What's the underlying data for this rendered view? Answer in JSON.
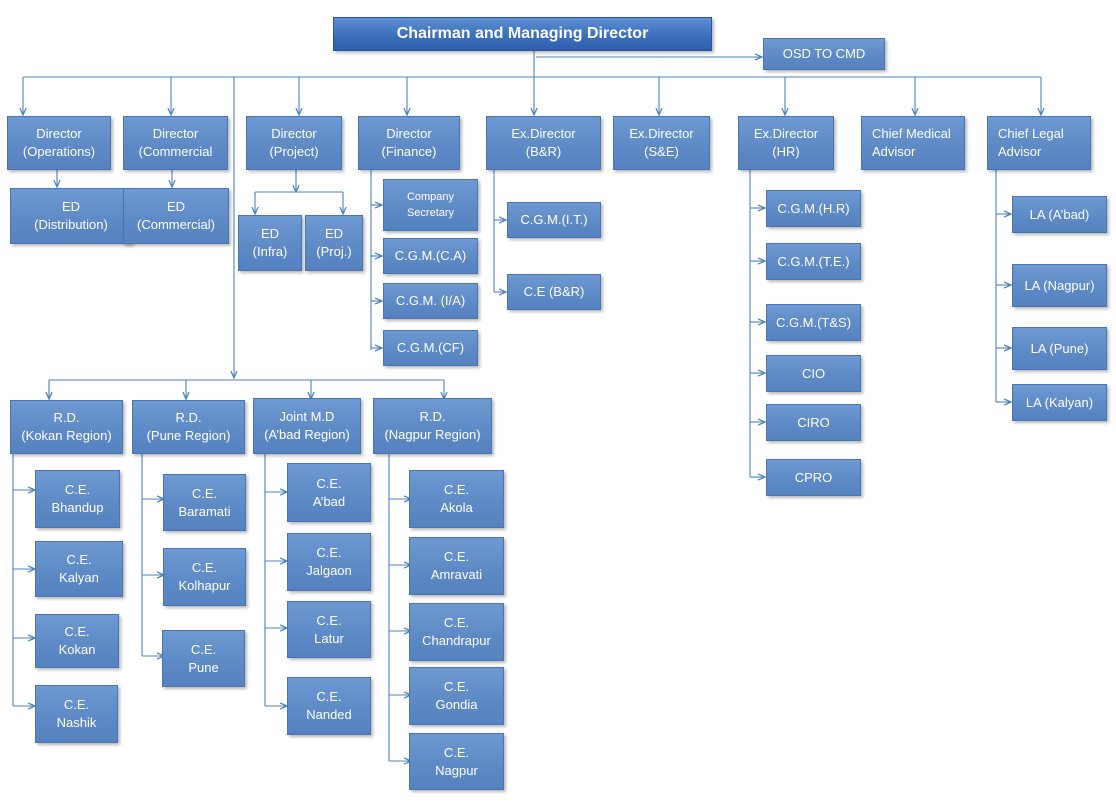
{
  "chart_title": "Chairman and Managing Director",
  "osd": "OSD TO CMD",
  "directors": [
    {
      "key": "ops",
      "lines": [
        "Director",
        "(Operations)"
      ]
    },
    {
      "key": "com",
      "lines": [
        "Director",
        "(Commercial"
      ]
    },
    {
      "key": "proj",
      "lines": [
        "Director",
        "(Project)"
      ]
    },
    {
      "key": "fin",
      "lines": [
        "Director",
        "(Finance)"
      ]
    },
    {
      "key": "br",
      "lines": [
        "Ex.Director",
        "(B&R)"
      ]
    },
    {
      "key": "se",
      "lines": [
        "Ex.Director",
        "(S&E)"
      ]
    },
    {
      "key": "hr",
      "lines": [
        "Ex.Director",
        "(HR)"
      ]
    },
    {
      "key": "cma",
      "lines": [
        "Chief Medical",
        "Advisor"
      ]
    },
    {
      "key": "cla",
      "lines": [
        "Chief Legal",
        "Advisor"
      ]
    }
  ],
  "ed_distribution": [
    "ED",
    "(Distribution)"
  ],
  "ed_commercial": [
    "ED",
    "(Commercial)"
  ],
  "ed_infra": [
    "ED",
    "(Infra)"
  ],
  "ed_proj": [
    "ED",
    "(Proj.)"
  ],
  "finance_units": [
    [
      "Company",
      "Secretary"
    ],
    [
      "C.G.M.(C.A)"
    ],
    [
      "C.G.M. (I/A)"
    ],
    [
      "C.G.M.(CF)"
    ]
  ],
  "br_units": [
    [
      "C.G.M.(I.T.)"
    ],
    [
      "C.E (B&R)"
    ]
  ],
  "hr_units": [
    [
      "C.G.M.(H.R)"
    ],
    [
      "C.G.M.(T.E.)"
    ],
    [
      "C.G.M.(T&S)"
    ],
    [
      "CIO"
    ],
    [
      "CIRO"
    ],
    [
      "CPRO"
    ]
  ],
  "legal_units": [
    [
      "LA (A’bad)"
    ],
    [
      "LA (Nagpur)"
    ],
    [
      "LA (Pune)"
    ],
    [
      "LA (Kalyan)"
    ]
  ],
  "regions": [
    {
      "lines": [
        "R.D.",
        "(Kokan Region)"
      ],
      "units": [
        [
          "C.E.",
          "Bhandup"
        ],
        [
          "C.E.",
          "Kalyan"
        ],
        [
          "C.E.",
          "Kokan"
        ],
        [
          "C.E.",
          "Nashik"
        ]
      ]
    },
    {
      "lines": [
        "R.D.",
        "(Pune Region)"
      ],
      "units": [
        [
          "C.E.",
          "Baramati"
        ],
        [
          "C.E.",
          "Kolhapur"
        ],
        [
          "C.E.",
          "Pune"
        ]
      ]
    },
    {
      "lines": [
        "Joint M.D",
        "(A’bad Region)"
      ],
      "units": [
        [
          "C.E.",
          "A’bad"
        ],
        [
          "C.E.",
          "Jalgaon"
        ],
        [
          "C.E.",
          "Latur"
        ],
        [
          "C.E.",
          "Nanded"
        ]
      ]
    },
    {
      "lines": [
        "R.D.",
        "(Nagpur Region)"
      ],
      "units": [
        [
          "C.E.",
          "Akola"
        ],
        [
          "C.E.",
          "Amravati"
        ],
        [
          "C.E.",
          "Chandrapur"
        ],
        [
          "C.E.",
          "Gondia"
        ],
        [
          "C.E.",
          "Nagpur"
        ]
      ]
    }
  ],
  "colors": {
    "box": "#5f8bc7",
    "title_box": "#3d6fbc",
    "line": "#4f81bd",
    "text": "#ffffff"
  }
}
